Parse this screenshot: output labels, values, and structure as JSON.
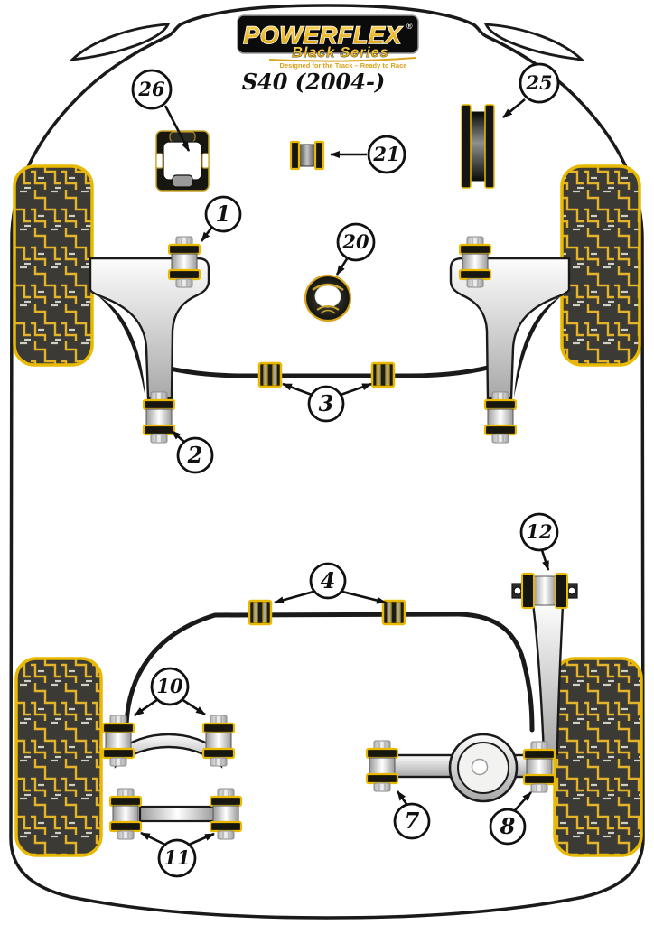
{
  "header": {
    "brand": "POWERFLEX",
    "registered": "®",
    "series": "Black Series",
    "tagline": "Designed for the Track – Ready to Race",
    "model_title": "S40 (2004-)"
  },
  "callouts": {
    "n1": "1",
    "n2": "2",
    "n3": "3",
    "n4": "4",
    "n7": "7",
    "n8": "8",
    "n10": "10",
    "n11": "11",
    "n12": "12",
    "n20": "20",
    "n21": "21",
    "n25": "25",
    "n26": "26"
  },
  "colors": {
    "accent_gold": "#E8B900",
    "logo_gold": "#F2B705",
    "part_black": "#17160F",
    "tire_fill": "#3B3A35",
    "arm_gray": "#C2C2C2",
    "outline_black": "#1A1A1A",
    "background": "#FFFFFF"
  }
}
